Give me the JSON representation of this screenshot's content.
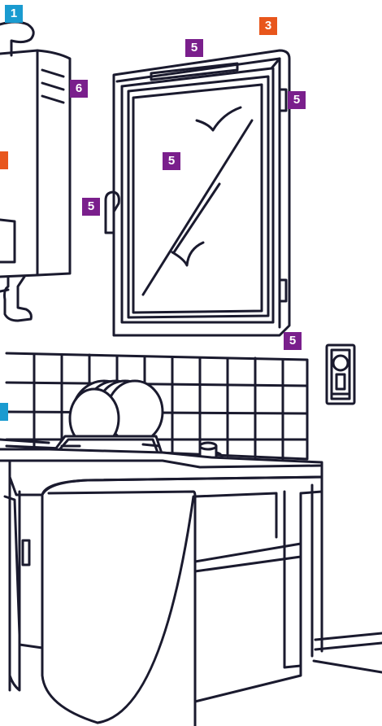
{
  "colors": {
    "line": "#1a1a2e",
    "badge_blue": "#1a9bd0",
    "badge_orange": "#e8561c",
    "badge_purple": "#7a1f8c",
    "background": "#ffffff"
  },
  "badges": [
    {
      "label": "1",
      "color": "blue"
    },
    {
      "label": "3",
      "color": "orange"
    },
    {
      "label": "5",
      "color": "purple"
    },
    {
      "label": "5",
      "color": "purple"
    },
    {
      "label": "6",
      "color": "purple"
    },
    {
      "label": "",
      "color": "orange"
    },
    {
      "label": "5",
      "color": "purple"
    },
    {
      "label": "5",
      "color": "purple"
    },
    {
      "label": "5",
      "color": "purple"
    },
    {
      "label": "",
      "color": "blue"
    }
  ]
}
